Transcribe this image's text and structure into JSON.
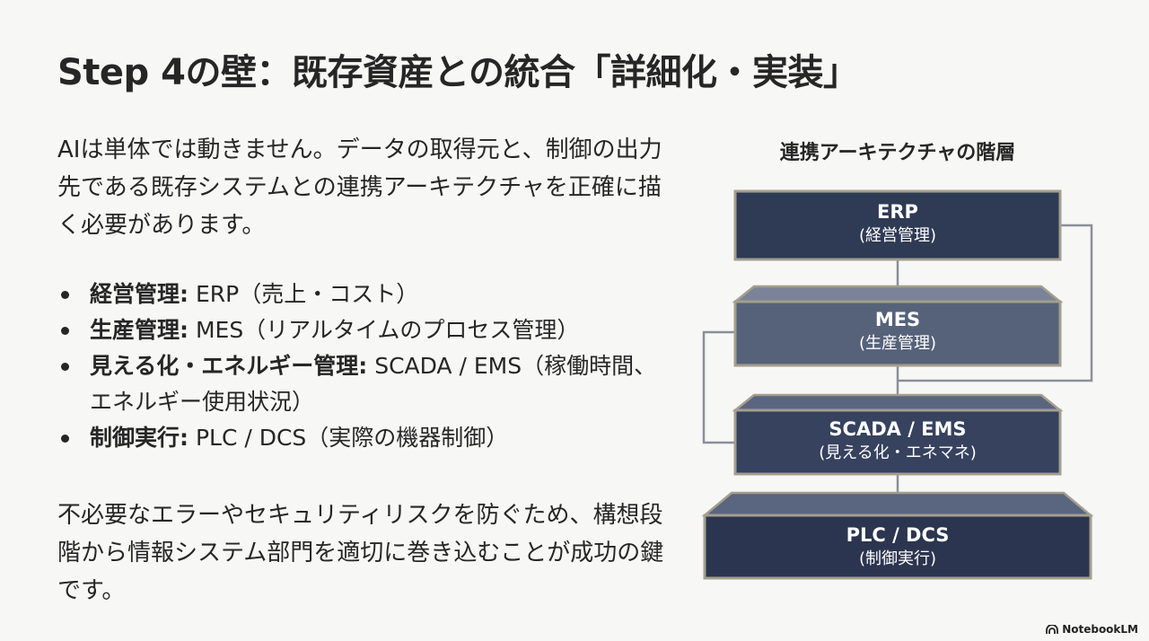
{
  "slide": {
    "title": "Step 4の壁：既存資産との統合「詳細化・実装」",
    "intro": "AIは単体では動きません。データの取得元と、制御の出力先である既存システムとの連携アーキテクチャを正確に描く必要があります。",
    "bullets": [
      {
        "term": "経営管理:",
        "text": " ERP（売上・コスト）"
      },
      {
        "term": "生産管理:",
        "text": " MES（リアルタイムのプロセス管理）"
      },
      {
        "term": "見える化・エネルギー管理:",
        "text": " SCADA / EMS（稼働時間、エネルギー使用状況）"
      },
      {
        "term": "制御実行:",
        "text": " PLC / DCS（実際の機器制御）"
      }
    ],
    "outro": "不必要なエラーやセキュリティリスクを防ぐため、構想段階から情報システム部門を適切に巻き込むことが成功の鍵です。"
  },
  "diagram": {
    "title": "連携アーキテクチャの階層",
    "layers": [
      {
        "name": "ERP",
        "sub": "(経営管理)",
        "color": "#2f3a55"
      },
      {
        "name": "MES",
        "sub": "(生産管理)",
        "color": "#56627a"
      },
      {
        "name": "SCADA / EMS",
        "sub": "(見える化・エネマネ)",
        "color": "#36425e"
      },
      {
        "name": "PLC / DCS",
        "sub": "(制御実行)",
        "color": "#2c354f"
      }
    ],
    "colors": {
      "border": "#a39e8e",
      "connector": "#8a8f99",
      "top_face_light": "#7a8398",
      "top_face_dark": "#5a6580"
    }
  },
  "brand": {
    "icon": "notebooklm-logo-icon",
    "label": "NotebookLM"
  }
}
